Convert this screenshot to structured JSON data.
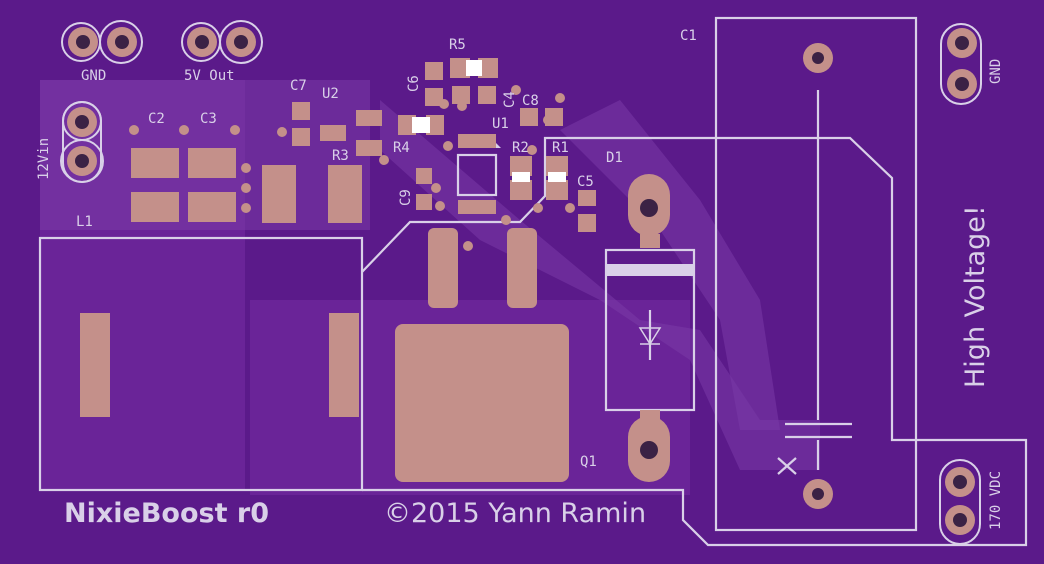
{
  "board": {
    "title": "NixieBoost r0",
    "copyright": "©2015 Yann Ramin",
    "warning": "High Voltage!",
    "colors": {
      "substrate": "#5b1a8a",
      "pour": "#6a2498",
      "silk": "#d9d0e8",
      "copper": "#c4908a"
    }
  },
  "connectors": {
    "gnd_top": "GND",
    "out_5v": "5V Out",
    "in_12v": "12Vin",
    "gnd_right": "GND",
    "out_170": "170 VDC"
  },
  "refs": {
    "C1": "C1",
    "C2": "C2",
    "C3": "C3",
    "C4": "C4",
    "C5": "C5",
    "C6": "C6",
    "C7": "C7",
    "C8": "C8",
    "C9": "C9",
    "R1": "R1",
    "R2": "R2",
    "R3": "R3",
    "R4": "R4",
    "R5": "R5",
    "U1": "U1",
    "U2": "U2",
    "L1": "L1",
    "D1": "D1",
    "Q1": "Q1"
  }
}
